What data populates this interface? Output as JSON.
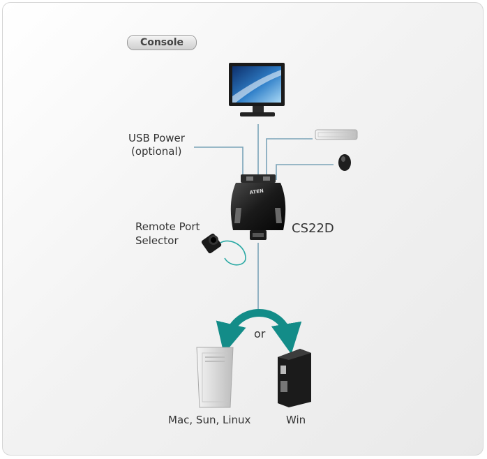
{
  "diagram": {
    "console_label": "Console",
    "usb_power_line1": "USB Power",
    "usb_power_line2": "(optional)",
    "remote_line1": "Remote Port",
    "remote_line2": "Selector",
    "device_label": "CS22D",
    "device_logo": "ATEN",
    "or_label": "or",
    "computer_left_label": "Mac, Sun, Linux",
    "computer_right_label": "Win"
  },
  "colors": {
    "cable": "#7aa3b8",
    "remote_cable": "#2aa9a4",
    "arrow": "#138c88"
  },
  "icons": [
    "monitor-icon",
    "keyboard-icon",
    "mouse-icon",
    "kvm-switch-icon",
    "remote-selector-icon",
    "mac-tower-icon",
    "win-tower-icon"
  ]
}
